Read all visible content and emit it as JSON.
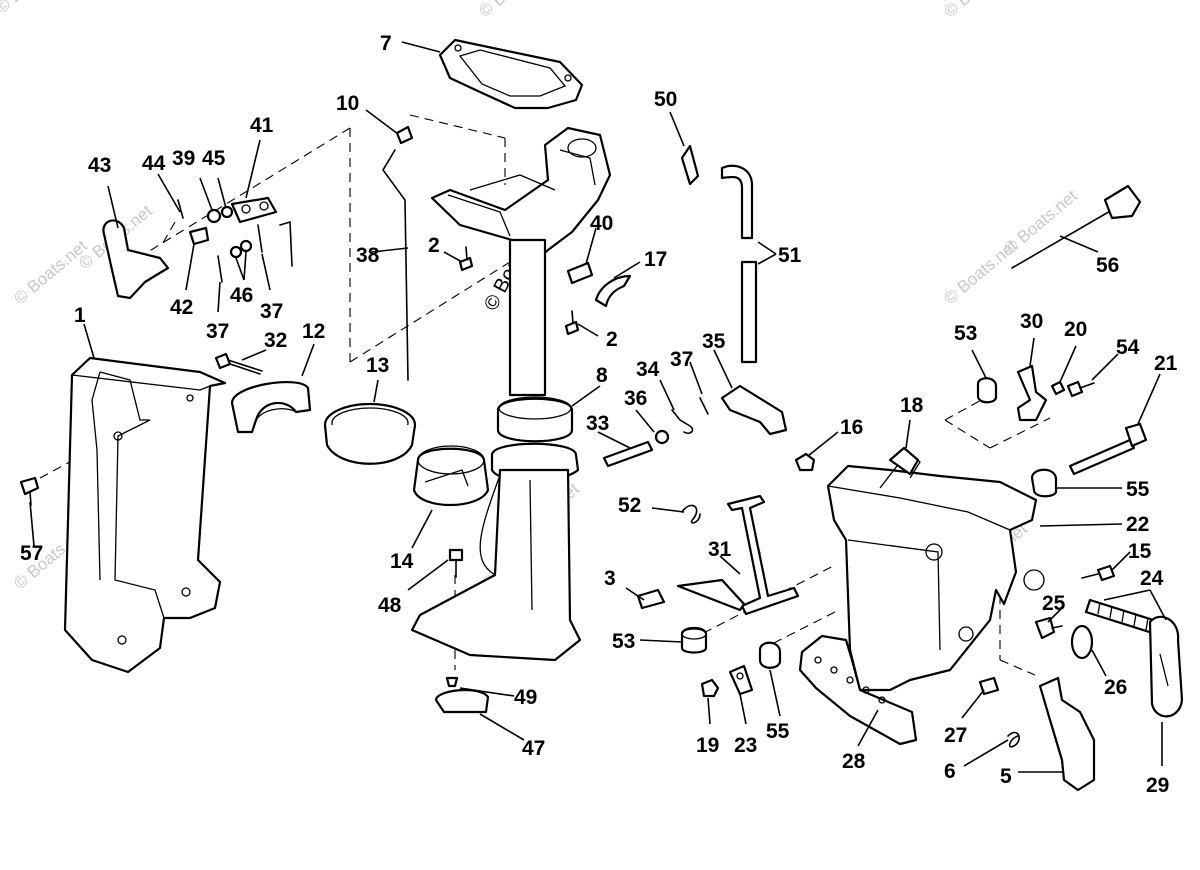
{
  "watermarks": {
    "main": "© Boats.net",
    "faint": "© Boats.net"
  },
  "callouts": {
    "c1": "1",
    "c2a": "2",
    "c2b": "2",
    "c3": "3",
    "c5": "5",
    "c6": "6",
    "c7": "7",
    "c8": "8",
    "c10": "10",
    "c12": "12",
    "c13": "13",
    "c14": "14",
    "c15": "15",
    "c16": "16",
    "c17": "17",
    "c18": "18",
    "c19": "19",
    "c20": "20",
    "c21": "21",
    "c22": "22",
    "c23": "23",
    "c24": "24",
    "c25": "25",
    "c26": "26",
    "c27": "27",
    "c28": "28",
    "c29": "29",
    "c30": "30",
    "c31": "31",
    "c32": "32",
    "c33": "33",
    "c34": "34",
    "c35": "35",
    "c36": "36",
    "c37a": "37",
    "c37b": "37",
    "c37c": "37",
    "c38": "38",
    "c39": "39",
    "c40": "40",
    "c41": "41",
    "c42": "42",
    "c43": "43",
    "c44": "44",
    "c45": "45",
    "c46": "46",
    "c47": "47",
    "c48": "48",
    "c49": "49",
    "c50": "50",
    "c51": "51",
    "c52": "52",
    "c53a": "53",
    "c53b": "53",
    "c54": "54",
    "c55a": "55",
    "c55b": "55",
    "c56": "56",
    "c57": "57"
  }
}
